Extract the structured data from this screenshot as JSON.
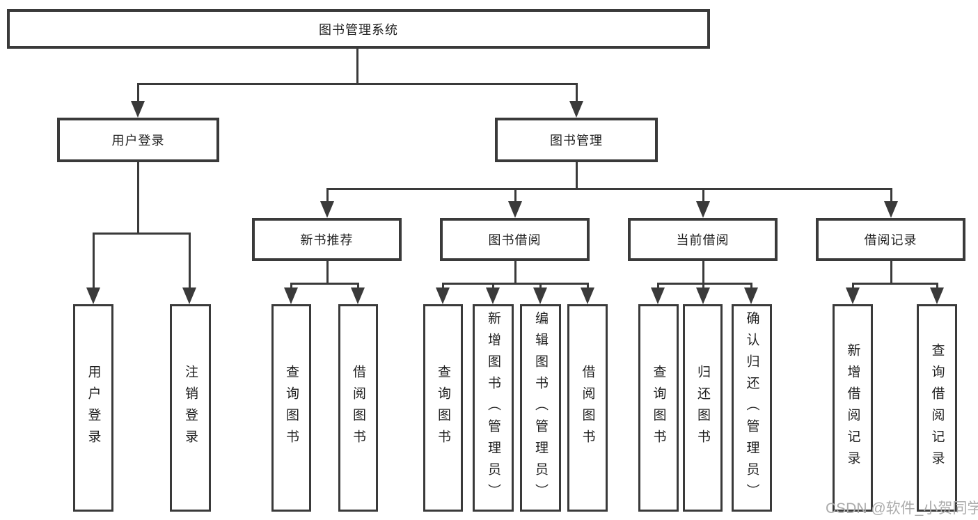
{
  "colors": {
    "line_color": "#3a3a3a",
    "text_color": "#1f1f1f",
    "watermark_color": "#ababab",
    "bg_color": "#ffffff"
  },
  "watermark": "CSDN @软件_小贺同学",
  "tree": {
    "label": "图书管理系统",
    "children": [
      {
        "label": "用户登录",
        "children": [
          {
            "label": "用户登录"
          },
          {
            "label": "注销登录"
          }
        ]
      },
      {
        "label": "图书管理",
        "children": [
          {
            "label": "新书推荐",
            "children": [
              {
                "label": "查询图书"
              },
              {
                "label": "借阅图书"
              }
            ]
          },
          {
            "label": "图书借阅",
            "children": [
              {
                "label": "查询图书"
              },
              {
                "label": "新增图书（管理员）"
              },
              {
                "label": "编辑图书（管理员）"
              },
              {
                "label": "借阅图书"
              }
            ]
          },
          {
            "label": "当前借阅",
            "children": [
              {
                "label": "查询图书"
              },
              {
                "label": "归还图书"
              },
              {
                "label": "确认归还（管理员）"
              }
            ]
          },
          {
            "label": "借阅记录",
            "children": [
              {
                "label": "新增借阅记录"
              },
              {
                "label": "查询借阅记录"
              }
            ]
          }
        ]
      }
    ]
  }
}
